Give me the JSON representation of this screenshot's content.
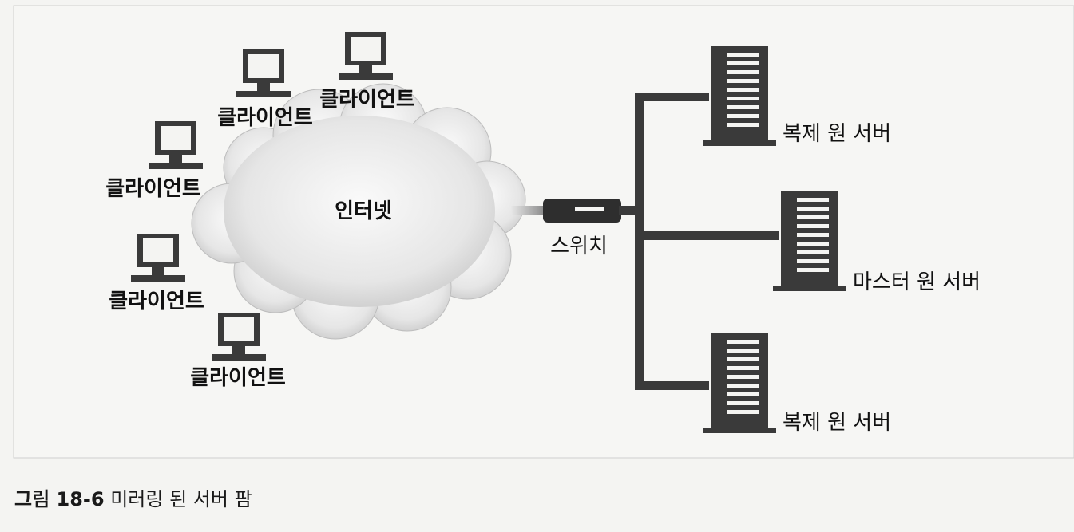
{
  "diagram": {
    "clients": [
      "클라이언트",
      "클라이언트",
      "클라이언트",
      "클라이언트",
      "클라이언트"
    ],
    "cloud_label": "인터넷",
    "switch_label": "스위치",
    "servers": [
      "복제 원 서버",
      "마스터 원 서버",
      "복제 원 서버"
    ]
  },
  "caption": {
    "number": "그림 18-6",
    "text": "미러링 된 서버 팜"
  }
}
